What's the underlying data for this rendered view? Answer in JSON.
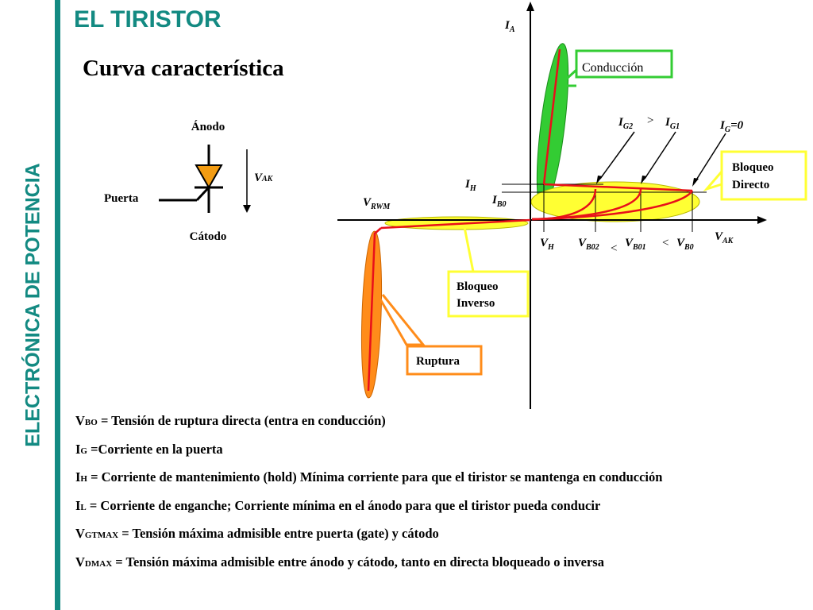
{
  "sidebar": {
    "title": "ELECTRÓNICA DE POTENCIA"
  },
  "slide": {
    "title": "EL TIRISTOR",
    "subtitle": "Curva característica"
  },
  "symbol": {
    "anode": "Ánodo",
    "cathode": "Cátodo",
    "gate": "Puerta",
    "vak": "V",
    "vak_sub": "AK"
  },
  "plot": {
    "y_axis": "I",
    "y_axis_sub": "A",
    "x_axis": "V",
    "x_axis_sub": "AK",
    "ig2": "I",
    "ig2_sub": "G2",
    "gt": ">",
    "ig1": "I",
    "ig1_sub": "G1",
    "ig0": "I",
    "ig0_sub": "G",
    "ig0_tail": "=0",
    "ih": "I",
    "ih_sub": "H",
    "ib0": "I",
    "ib0_sub": "B0",
    "vrwm": "V",
    "vrwm_sub": "RWM",
    "vh": "V",
    "vh_sub": "H",
    "vb02": "V",
    "vb02_sub": "B02",
    "lt1": "<",
    "vb01": "V",
    "vb01_sub": "B01",
    "lt2": "<",
    "vb0": "V",
    "vb0_sub": "B0",
    "box_conduccion": "Conducción",
    "box_bloqueo_directo_1": "Bloqueo",
    "box_bloqueo_directo_2": "Directo",
    "box_bloqueo_inverso_1": "Bloqueo",
    "box_bloqueo_inverso_2": "Inverso",
    "box_ruptura": "Ruptura",
    "colors": {
      "conduction": "#33cc33",
      "forward_block": "#ffff33",
      "breakdown": "#ff8c1a",
      "curve": "#e8101a",
      "teal": "#138a82"
    }
  },
  "definitions": [
    {
      "sym": "V",
      "sub": "BO",
      "text": " = Tensión de ruptura directa (entra en conducción)"
    },
    {
      "sym": "I",
      "sub": "G",
      "text": " =Corriente en la puerta"
    },
    {
      "sym": "I",
      "sub": "H",
      "text": " = Corriente de mantenimiento (hold) Mínima corriente para que el tiristor se mantenga en conducción"
    },
    {
      "sym": "I",
      "sub": "L",
      "text": " = Corriente de enganche; Corriente mínima en el ánodo para que el tiristor pueda conducir"
    },
    {
      "sym": "V",
      "sub": "GTMAX",
      "text": " = Tensión máxima admisible entre puerta (gate) y cátodo"
    },
    {
      "sym": "V",
      "sub": "DMAX",
      "text": " = Tensión máxima admisible entre ánodo y cátodo, tanto en directa bloqueado o inversa"
    }
  ]
}
